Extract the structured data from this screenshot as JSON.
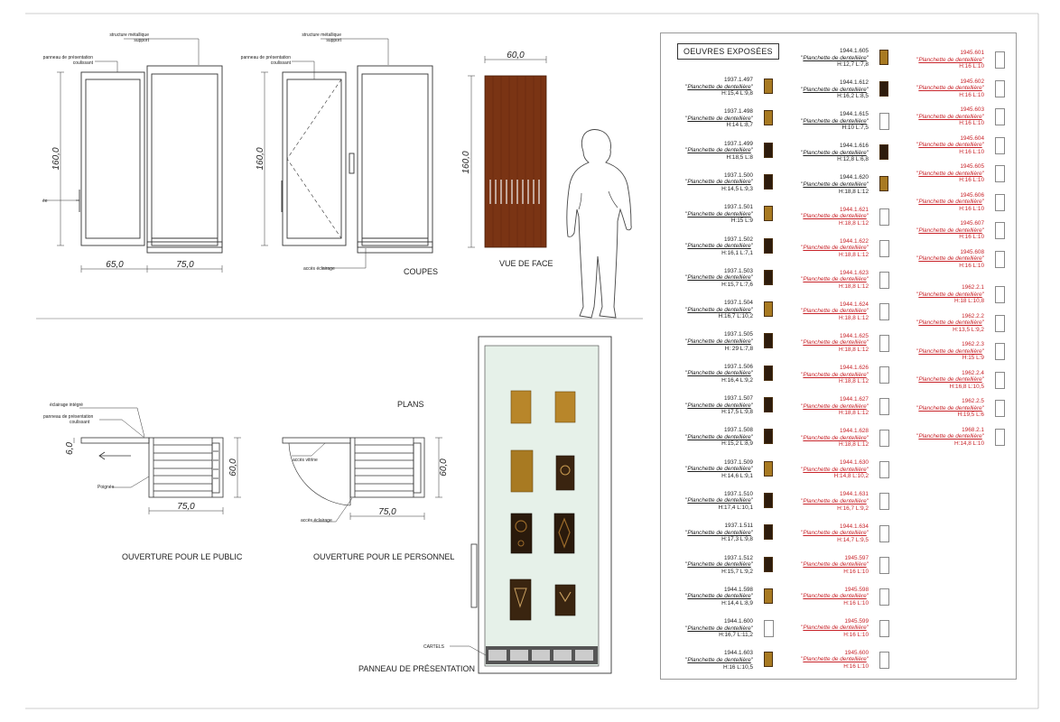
{
  "labels": {
    "structure_1": "structure métallique",
    "support_1": "support",
    "panneau_1a": "panneau de présentation",
    "coulissant_1": "coulissant",
    "poignee_1": "ée",
    "structure_2": "structure métallique",
    "support_2": "support",
    "panneau_2a": "panneau de présentation",
    "coulissant_2": "coulissant",
    "acces_eclairage_1": "accès éclairage",
    "coupes": "COUPES",
    "vue_de_face": "VUE DE FACE",
    "plans": "PLANS",
    "eclairage_integre": "éclairage intégré",
    "panneau_3a": "panneau de présentation",
    "coulissant_3": "coulissant",
    "poignee_3": "Poignée",
    "acces_vitrine": "accès vitrine",
    "acces_eclairage_2": "accès éclairage",
    "ouverture_public": "OUVERTURE POUR LE PUBLIC",
    "ouverture_personnel": "OUVERTURE POUR LE PERSONNEL",
    "cartels": "CARTELS",
    "panneau_presentation": "PANNEAU DE PRÉSENTATION"
  },
  "dimensions": {
    "h160_a": "160,0",
    "h160_b": "160,0",
    "h160_c": "160,0",
    "w65": "65,0",
    "w75_a": "75,0",
    "w60": "60,0",
    "p6": "6,0",
    "p60_a": "60,0",
    "w75_b": "75,0",
    "p60_b": "60,0",
    "w75_c": "75,0"
  },
  "colors": {
    "wood": "#7a3414",
    "showcase_glass": "#e6f1e9",
    "cartel_bar": "#555555",
    "accent_red": "#c8242a"
  },
  "catalog": {
    "title": "OEUVRES EXPOSÉES",
    "col1": [
      {
        "ref": "1937.1.497",
        "title": "Planchette de dentellière",
        "size": "H:15,4 L:9,8"
      },
      {
        "ref": "1937.1.498",
        "title": "Planchette de dentellière",
        "size": "H:14 L:8,7"
      },
      {
        "ref": "1937.1.499",
        "title": "Planchette de dentellière",
        "size": "H:18,5 L:8"
      },
      {
        "ref": "1937.1.500",
        "title": "Planchette de dentellière",
        "size": "H:14,5 L:9,3"
      },
      {
        "ref": "1937.1.501",
        "title": "Planchette de dentellière",
        "size": "H:15 L:9"
      },
      {
        "ref": "1937.1.502",
        "title": "Planchette de dentellière",
        "size": "H:16,1 L:7,1"
      },
      {
        "ref": "1937.1.503",
        "title": "Planchette de dentellière",
        "size": "H:15,7 L:7,6"
      },
      {
        "ref": "1937.1.504",
        "title": "Planchette de dentellière",
        "size": "H:16,7 L:10,2"
      },
      {
        "ref": "1937.1.505",
        "title": "Planchette de dentellière",
        "size": "H: 29 L:7,8"
      },
      {
        "ref": "1937.1.506",
        "title": "Planchette de dentellière",
        "size": "H:16,4 L:9,2"
      },
      {
        "ref": "1937.1.507",
        "title": "Planchette de dentellière",
        "size": "H:17,5 L:9,8"
      },
      {
        "ref": "1937.1.508",
        "title": "Planchette de dentellière",
        "size": "H:15,2 L:8,9"
      },
      {
        "ref": "1937.1.509",
        "title": "Planchette de dentellière",
        "size": "H:14,6 L:9,1"
      },
      {
        "ref": "1937.1.510",
        "title": "Planchette de dentellière",
        "size": "H:17,4 L:10,1"
      },
      {
        "ref": "1937.1.511",
        "title": "Planchette de dentellière",
        "size": "H:17,3 L:9,8"
      },
      {
        "ref": "1937.1.512",
        "title": "Planchette de dentellière",
        "size": "H:15,7 L:9,2"
      },
      {
        "ref": "1944.1.598",
        "title": "Planchette de dentellière",
        "size": "H:14,4 L:8,9"
      },
      {
        "ref": "1944.1.600",
        "title": "Planchette de dentellière",
        "size": "H:16,7 L:11,2"
      },
      {
        "ref": "1944.1.603",
        "title": "Planchette de dentellière",
        "size": "H:16 L:10,5"
      }
    ],
    "col2": [
      {
        "ref": "1944.1.605",
        "title": "Planchette de dentellière",
        "size": "H:12,7 L:7,8"
      },
      {
        "ref": "1944.1.612",
        "title": "Planchette de dentellière",
        "size": "H:16,2 L:8,5"
      },
      {
        "ref": "1944.1.615",
        "title": "Planchette de dentellière",
        "size": "H:10 L:7,5"
      },
      {
        "ref": "1944.1.616",
        "title": "Planchette de dentellière",
        "size": "H:12,8 L:6,8"
      },
      {
        "ref": "1944.1.620",
        "title": "Planchette de dentellière",
        "size": "H:18,8 L:12"
      },
      {
        "ref": "1944.1.621",
        "title": "Planchette de dentellière",
        "size": "H:18,8 L:12"
      },
      {
        "ref": "1944.1.622",
        "title": "Planchette de dentellière",
        "size": "H:18,8 L:12"
      },
      {
        "ref": "1944.1.623",
        "title": "Planchette de dentellière",
        "size": "H:18,8 L:12"
      },
      {
        "ref": "1944.1.624",
        "title": "Planchette de dentellière",
        "size": "H:18,8 L:12"
      },
      {
        "ref": "1944.1.625",
        "title": "Planchette de dentellière",
        "size": "H:18,8 L:12"
      },
      {
        "ref": "1944.1.626",
        "title": "Planchette de dentellière",
        "size": "H:18,8 L:12"
      },
      {
        "ref": "1944.1.627",
        "title": "Planchette de dentellière",
        "size": "H:18,8 L:12"
      },
      {
        "ref": "1944.1.628",
        "title": "Planchette de dentellière",
        "size": "H:18,8 L:12"
      },
      {
        "ref": "1944.1.630",
        "title": "Planchette de dentellière",
        "size": "H:14,8 L:10,2"
      },
      {
        "ref": "1944.1.631",
        "title": "Planchette de dentellière",
        "size": "H:16,7 L:9,2"
      },
      {
        "ref": "1944.1.634",
        "title": "Planchette de dentellière",
        "size": "H:14,7 L:9,5"
      },
      {
        "ref": "1945.597",
        "title": "Planchette de dentellière",
        "size": "H:16 L:10"
      },
      {
        "ref": "1945.598",
        "title": "Planchette de dentellière",
        "size": "H:16 L:10"
      },
      {
        "ref": "1945.599",
        "title": "Planchette de dentellière",
        "size": "H:16 L:10"
      },
      {
        "ref": "1945.600",
        "title": "Planchette de dentellière",
        "size": "H:16 L:10"
      }
    ],
    "col3": [
      {
        "ref": "1945.601",
        "title": "Planchette de dentellière",
        "size": "H:16 L:10"
      },
      {
        "ref": "1945.602",
        "title": "Planchette de dentellière",
        "size": "H:16 L:10"
      },
      {
        "ref": "1945.603",
        "title": "Planchette de dentellière",
        "size": "H:16 L:10"
      },
      {
        "ref": "1945.604",
        "title": "Planchette de dentellière",
        "size": "H:16 L:10"
      },
      {
        "ref": "1945.605",
        "title": "Planchette de dentellière",
        "size": "H:16 L:10"
      },
      {
        "ref": "1945.606",
        "title": "Planchette de dentellière",
        "size": "H:16 L:10"
      },
      {
        "ref": "1945.607",
        "title": "Planchette de dentellière",
        "size": "H:16 L:10"
      },
      {
        "ref": "1945.608",
        "title": "Planchette de dentellière",
        "size": "H:16 L:10"
      },
      {
        "ref": "1962.2.1",
        "title": "Planchette de dentellière",
        "size": "H:18 L:10,8"
      },
      {
        "ref": "1962.2.2",
        "title": "Planchette de dentellière",
        "size": "H:13,5 L:9,2"
      },
      {
        "ref": "1962.2.3",
        "title": "Planchette de dentellière",
        "size": "H:15 L:9"
      },
      {
        "ref": "1962.2.4",
        "title": "Planchette de dentellière",
        "size": "H:16,8 L:10,5"
      },
      {
        "ref": "1962.2.5",
        "title": "Planchette de dentellière",
        "size": "H:19,5 L:6"
      },
      {
        "ref": "1968.2.1",
        "title": "Planchette de dentellière",
        "size": "H:14,8 L:10"
      }
    ]
  }
}
